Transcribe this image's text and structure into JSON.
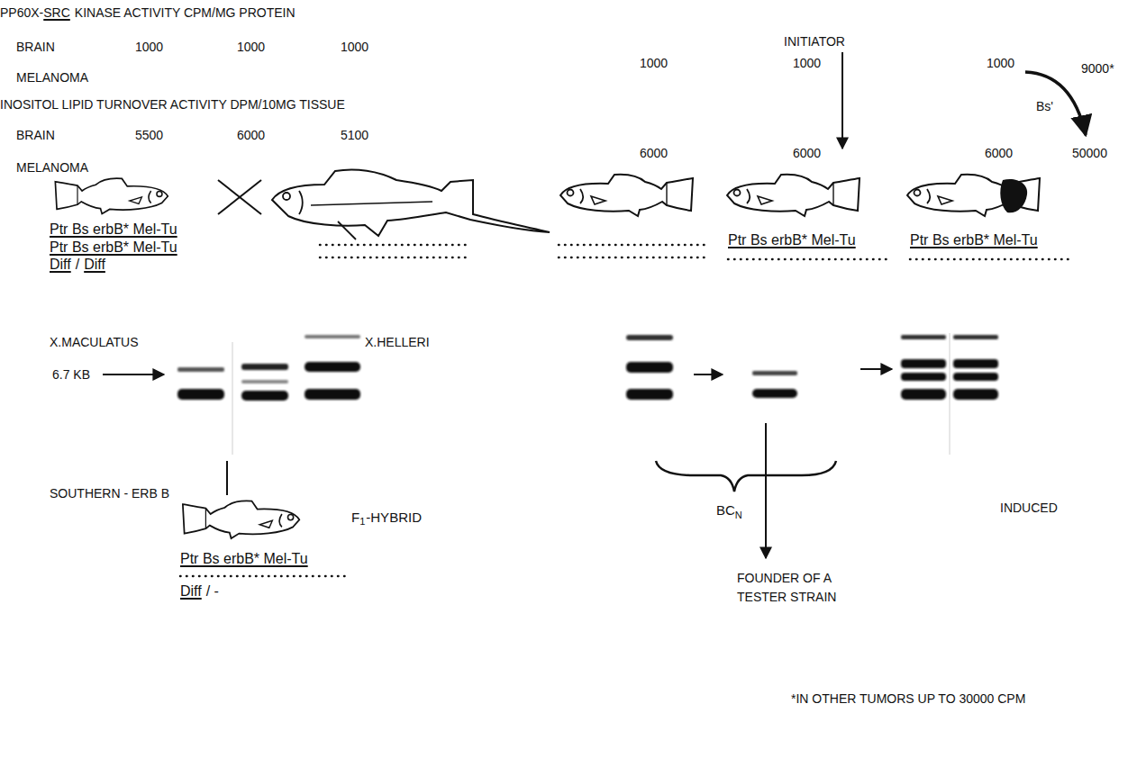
{
  "diagram": {
    "labels": [
      "PP60X-",
      "SRC",
      "KINASE ACTIVITY CPM/MG PROTEIN",
      "INITIATOR",
      "BRAIN",
      "1000",
      "1000",
      "1000",
      "1000",
      "1000",
      "1000",
      "9000*",
      "MELANOMA",
      "INOSITOL LIPID TURNOVER ACTIVITY DPM/10MG TISSUE",
      "BRAIN",
      "5500",
      "6000",
      "5100",
      "6000",
      "6000",
      "6000",
      "Bs'",
      "MELANOMA",
      "50000",
      "Ptr Bs erbB* Mel-Tu",
      "Ptr Bs erbB* Mel-Tu",
      "Diff",
      "/",
      "Diff",
      "Ptr Bs erbB* Mel-Tu",
      "Ptr Bs erbB* Mel-Tu",
      "X.MACULATUS",
      "X.HELLERI",
      "6.7 KB",
      "SOUTHERN - ERB B",
      "F",
      "1",
      "-HYBRID",
      "Ptr Bs erbB* Mel-Tu",
      "Diff",
      "/ -",
      "BC",
      "N",
      "FOUNDER OF A TESTER STRAIN",
      "INDUCED",
      "*IN OTHER TUMORS UP TO 30000 CPM"
    ]
  }
}
